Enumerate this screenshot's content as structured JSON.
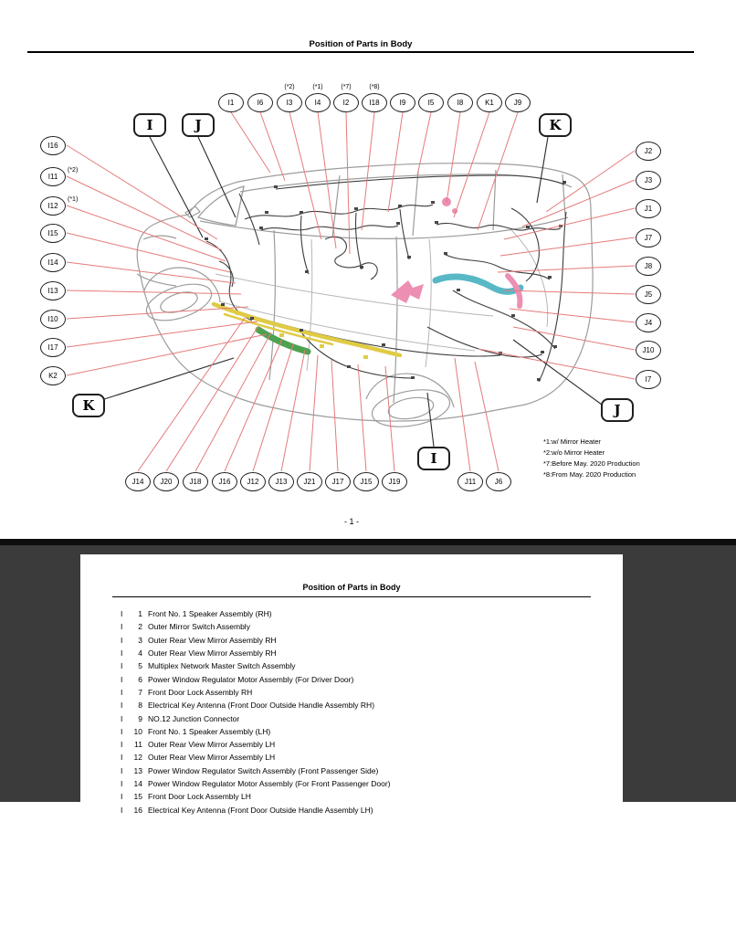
{
  "page1": {
    "title": "Position of Parts in Body",
    "page_number": "- 1 -",
    "footnotes": [
      "*1:w/ Mirror Heater",
      "*2:w/o Mirror Heater",
      "*7:Before May. 2020 Production",
      "*8:From May. 2020 Production"
    ],
    "callouts": {
      "top": [
        {
          "label": "I1"
        },
        {
          "label": "I6"
        },
        {
          "label": "I3",
          "note": "(*2)"
        },
        {
          "label": "I4",
          "note": "(*1)"
        },
        {
          "label": "I2",
          "note": "(*7)"
        },
        {
          "label": "I18",
          "note": "(*8)"
        },
        {
          "label": "I9"
        },
        {
          "label": "I5"
        },
        {
          "label": "I8"
        },
        {
          "label": "K1"
        },
        {
          "label": "J9"
        }
      ],
      "left": [
        {
          "label": "I16"
        },
        {
          "label": "I11",
          "note": "(*2)"
        },
        {
          "label": "I12",
          "note": "(*1)"
        },
        {
          "label": "I15"
        },
        {
          "label": "I14"
        },
        {
          "label": "I13"
        },
        {
          "label": "I10"
        },
        {
          "label": "I17"
        },
        {
          "label": "K2"
        }
      ],
      "right": [
        {
          "label": "J2"
        },
        {
          "label": "J3"
        },
        {
          "label": "J1"
        },
        {
          "label": "J7"
        },
        {
          "label": "J8"
        },
        {
          "label": "J5"
        },
        {
          "label": "J4"
        },
        {
          "label": "J10"
        },
        {
          "label": "I7"
        }
      ],
      "bottom": [
        {
          "label": "J14"
        },
        {
          "label": "J20"
        },
        {
          "label": "J18"
        },
        {
          "label": "J16"
        },
        {
          "label": "J12"
        },
        {
          "label": "J13"
        },
        {
          "label": "J21"
        },
        {
          "label": "J17"
        },
        {
          "label": "J15"
        },
        {
          "label": "J19"
        },
        {
          "label": "J11"
        },
        {
          "label": "J6"
        }
      ]
    },
    "section_labels": [
      "I",
      "J",
      "K",
      "K",
      "J",
      "I"
    ],
    "colors": {
      "leader_red": "#e57a7a",
      "harness_pink": "#ec8fb3",
      "harness_teal": "#58b8c6",
      "harness_green": "#4fa24f",
      "harness_yellow": "#e0cb45"
    }
  },
  "page2": {
    "title": "Position of Parts in Body",
    "parts": [
      {
        "group": "I",
        "num": "1",
        "desc": "Front No. 1 Speaker Assembly (RH)"
      },
      {
        "group": "I",
        "num": "2",
        "desc": "Outer Mirror Switch Assembly"
      },
      {
        "group": "I",
        "num": "3",
        "desc": "Outer Rear View Mirror Assembly RH"
      },
      {
        "group": "I",
        "num": "4",
        "desc": "Outer Rear View Mirror Assembly RH"
      },
      {
        "group": "I",
        "num": "5",
        "desc": "Multiplex Network Master Switch Assembly"
      },
      {
        "group": "I",
        "num": "6",
        "desc": "Power Window Regulator Motor Assembly (For Driver Door)"
      },
      {
        "group": "I",
        "num": "7",
        "desc": "Front Door Lock Assembly RH"
      },
      {
        "group": "I",
        "num": "8",
        "desc": "Electrical Key Antenna (Front Door Outside Handle Assembly RH)"
      },
      {
        "group": "I",
        "num": "9",
        "desc": "NO.12 Junction Connector"
      },
      {
        "group": "I",
        "num": "10",
        "desc": "Front No. 1 Speaker Assembly (LH)"
      },
      {
        "group": "I",
        "num": "11",
        "desc": "Outer Rear View Mirror Assembly LH"
      },
      {
        "group": "I",
        "num": "12",
        "desc": "Outer Rear View Mirror Assembly LH"
      },
      {
        "group": "I",
        "num": "13",
        "desc": "Power Window Regulator Switch Assembly (Front Passenger Side)"
      },
      {
        "group": "I",
        "num": "14",
        "desc": "Power Window Regulator Motor Assembly (For Front Passenger Door)"
      },
      {
        "group": "I",
        "num": "15",
        "desc": "Front Door Lock Assembly LH"
      },
      {
        "group": "I",
        "num": "16",
        "desc": "Electrical Key Antenna (Front Door Outside Handle Assembly LH)"
      }
    ]
  }
}
